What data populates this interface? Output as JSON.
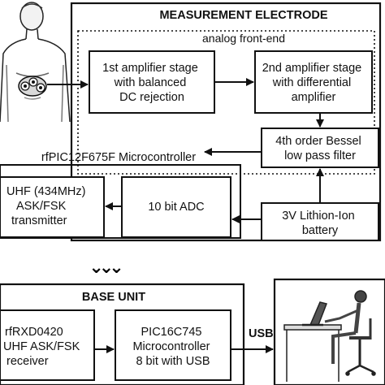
{
  "measurement_electrode": {
    "title": "MEASUREMENT ELECTRODE",
    "analog_front_end_label": "analog front-end",
    "amp1": [
      "1st amplifier stage",
      "with balanced",
      "DC rejection"
    ],
    "amp2": [
      "2nd amplifier stage",
      "with differential",
      "amplifier"
    ],
    "bessel": [
      "4th order Bessel",
      "low pass filter"
    ],
    "microcontroller_label": "rfPIC12F675F Microcontroller",
    "uhf_tx": [
      "UHF (434MHz)",
      "ASK/FSK",
      "transmitter"
    ],
    "adc": [
      "10 bit ADC"
    ],
    "battery": [
      "3V Lithion-Ion",
      "battery"
    ]
  },
  "base_unit": {
    "title": "BASE UNIT",
    "receiver": [
      "rfRXD0420",
      "UHF ASK/FSK",
      "receiver"
    ],
    "pic": [
      "PIC16C745",
      "Microcontroller",
      "8 bit with USB"
    ],
    "usb_label": "USB"
  },
  "link_symbol": "⌄⌄⌄"
}
